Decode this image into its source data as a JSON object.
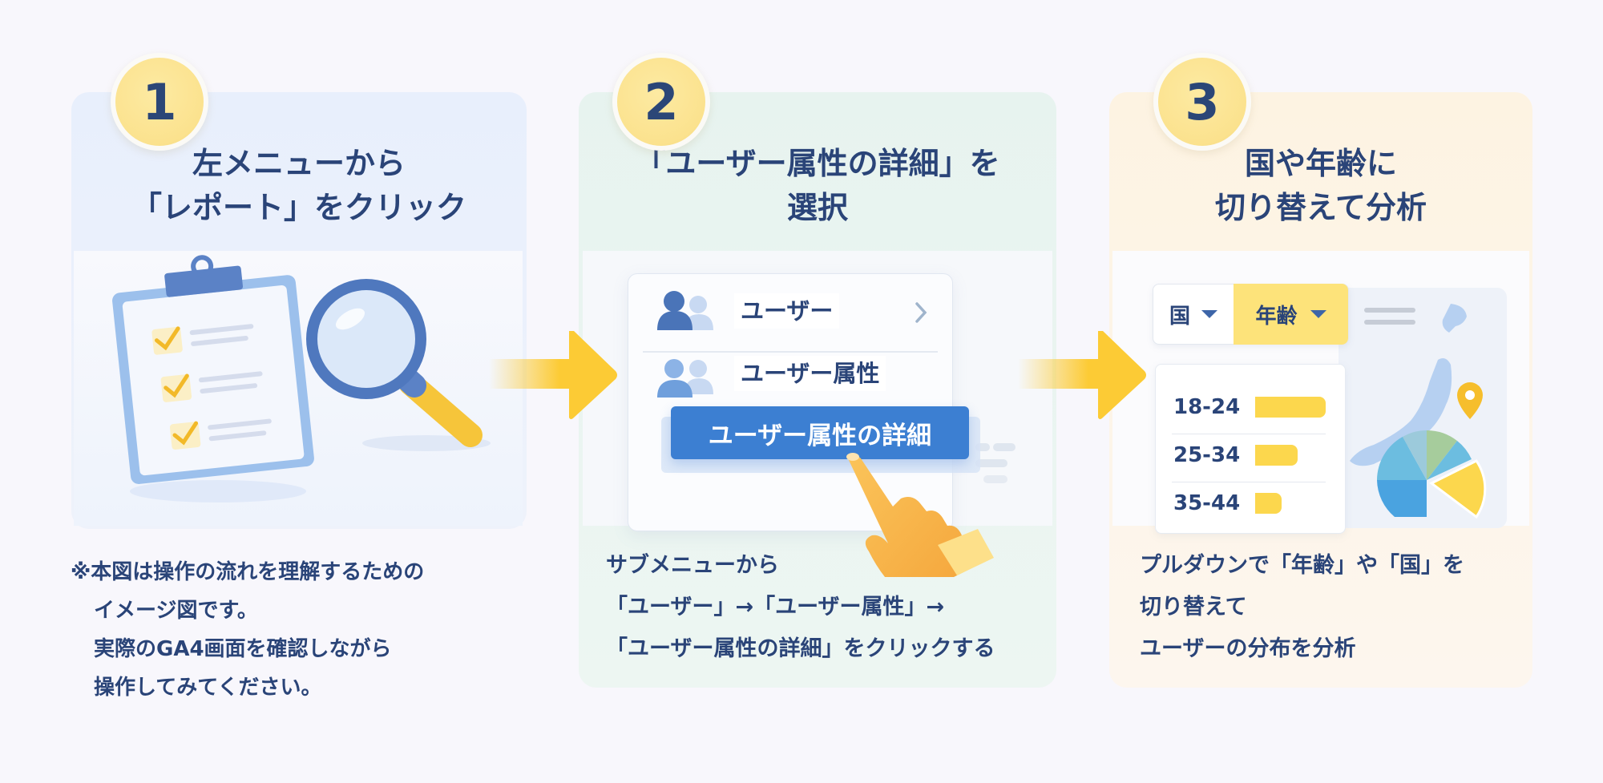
{
  "steps": [
    {
      "number": "1",
      "title_lines": [
        "左メニューから",
        "「レポート」をクリック"
      ],
      "illustration": "clipboard-and-magnifier",
      "note_lines": [
        "※本図は操作の流れを理解するための",
        "イメージ図です。",
        "実際のGA4画面を確認しながら",
        "操作してみてください。"
      ]
    },
    {
      "number": "2",
      "title_lines": [
        "「ユーザー属性の詳細」を",
        "選択"
      ],
      "menu": {
        "items": [
          {
            "label": "ユーザー",
            "icon": "users-icon",
            "has_chevron": true
          },
          {
            "label": "ユーザー属性",
            "icon": "users-icon",
            "has_chevron": false
          }
        ],
        "highlighted": "ユーザー属性の詳細"
      },
      "desc_lines": [
        "サブメニューから",
        "「ユーザー」→「ユーザー属性」→",
        "「ユーザー属性の詳細」をクリックする"
      ]
    },
    {
      "number": "3",
      "title_lines": [
        "国や年齢に",
        "切り替えて分析"
      ],
      "dropdowns": {
        "country": "国",
        "age": "年齢"
      },
      "age_rows": [
        {
          "label": "18-24",
          "value": 100
        },
        {
          "label": "25-34",
          "value": 60
        },
        {
          "label": "35-44",
          "value": 38
        }
      ],
      "desc_lines": [
        "プルダウンで「年齢」や「国」を",
        "切り替えて",
        "ユーザーの分布を分析"
      ]
    }
  ],
  "colors": {
    "text": "#2a4478",
    "badge": "#fbe28e",
    "arrow": "#fccb35",
    "highlight": "#3c7fd2",
    "bar": "#fcd74d",
    "panel1": "#e8effc",
    "panel2": "#e7f3ef",
    "panel3": "#fdf3e2"
  }
}
